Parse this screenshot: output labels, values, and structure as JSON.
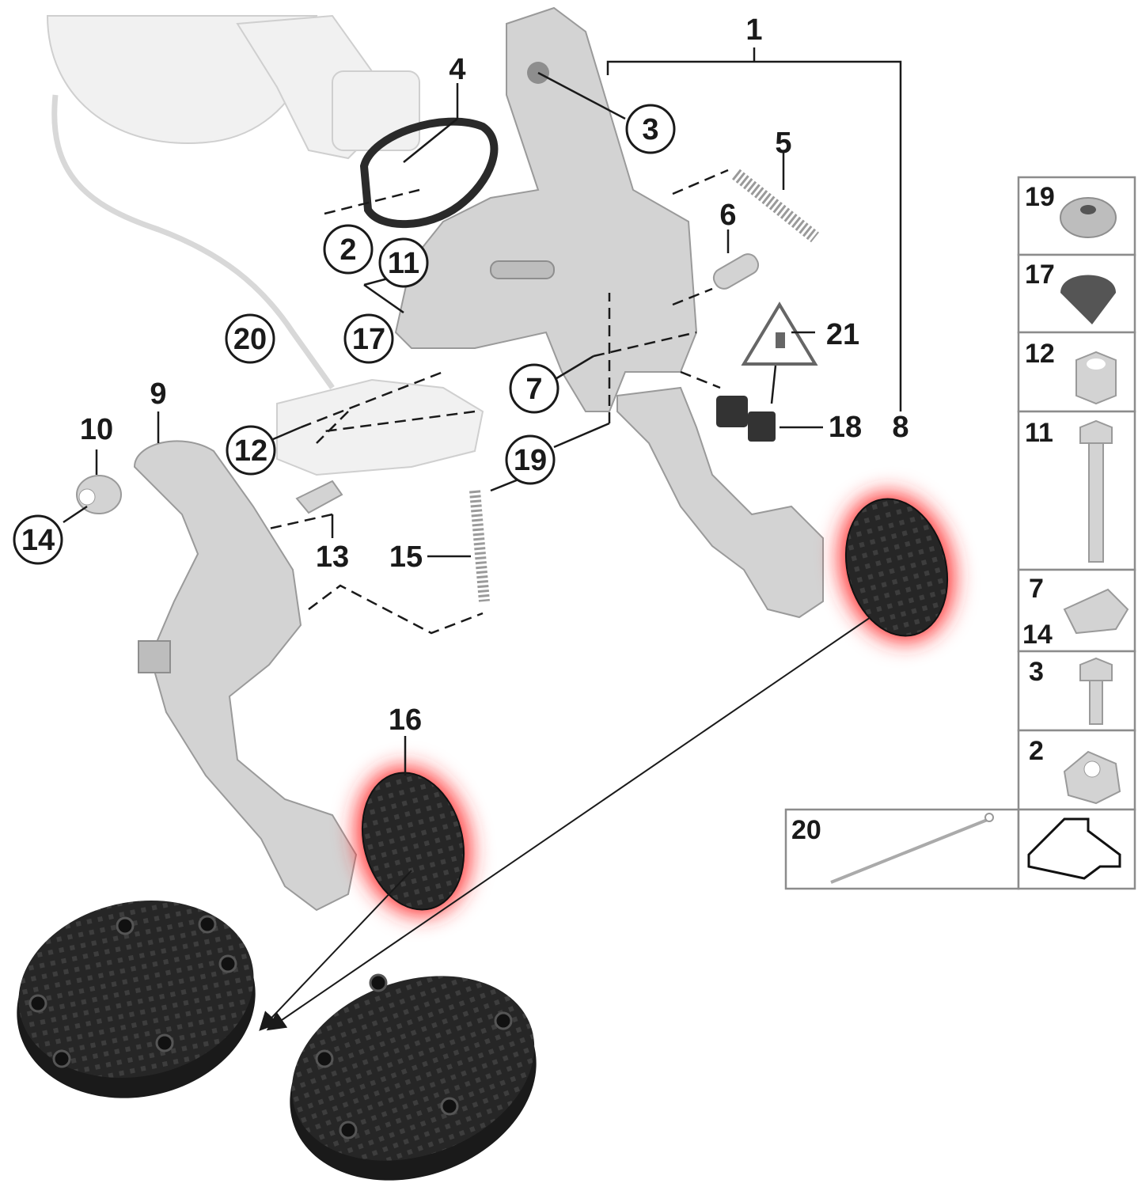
{
  "callouts": {
    "c1": "1",
    "c2": "2",
    "c3": "3",
    "c4": "4",
    "c5": "5",
    "c6": "6",
    "c7": "7",
    "c8": "8",
    "c9": "9",
    "c10": "10",
    "c11": "11",
    "c12": "12",
    "c13": "13",
    "c14": "14",
    "c15": "15",
    "c16": "16",
    "c17": "17",
    "c18": "18",
    "c19": "19",
    "c20": "20",
    "c21": "21"
  },
  "legend": {
    "items": [
      {
        "label": "19"
      },
      {
        "label": "17"
      },
      {
        "label": "12"
      },
      {
        "label": "11"
      },
      {
        "label": "7"
      },
      {
        "label": "14"
      },
      {
        "label": "3"
      },
      {
        "label": "2"
      },
      {
        "label": "20"
      }
    ]
  },
  "colors": {
    "highlight": "#ff2a2a",
    "pad": "#262626",
    "part": "#d3d3d3"
  }
}
